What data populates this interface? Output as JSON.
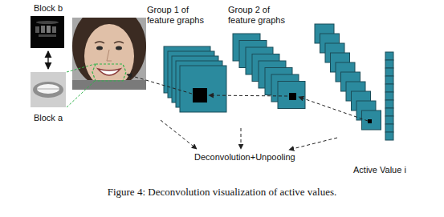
{
  "diagram": {
    "caption": "Figure 4: Deconvolution visualization of active values.",
    "nodes": [
      {
        "text": [
          "Block b"
        ]
      },
      {
        "text": [
          "Block a"
        ]
      }
    ],
    "edges": [
      {
        "from": 0,
        "to": 1,
        "arrow": "both"
      }
    ],
    "labels": [
      "Group 1 of feature graphs",
      "Group 2 of feature graphs",
      "Deconvolution+Unpooling",
      "Active Value i"
    ]
  }
}
